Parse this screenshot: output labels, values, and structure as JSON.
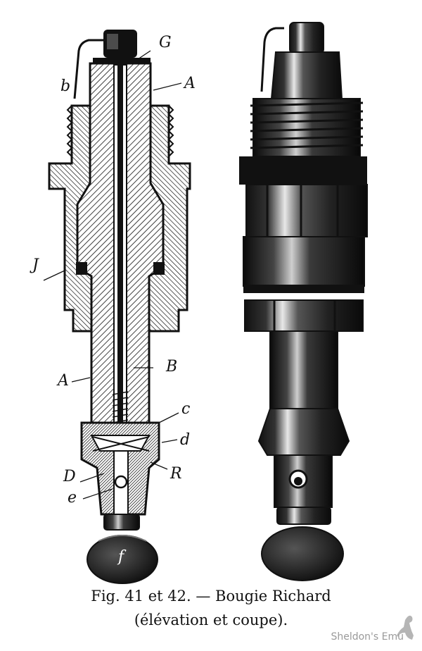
{
  "figure": {
    "caption_line1": "Fig. 41 et 42. — Bougie Richard",
    "caption_line2": "(élévation et coupe).",
    "watermark": "Sheldon's Emu"
  },
  "labels": {
    "G": "G",
    "b": "b",
    "A_top": "A",
    "J": "J",
    "A_bottom": "A",
    "B": "B",
    "c": "c",
    "d": "d",
    "R": "R",
    "D": "D",
    "e": "e",
    "f": "f"
  },
  "colors": {
    "ink": "#111111",
    "paper": "#ffffff",
    "watermark": "#9a9a9a"
  }
}
